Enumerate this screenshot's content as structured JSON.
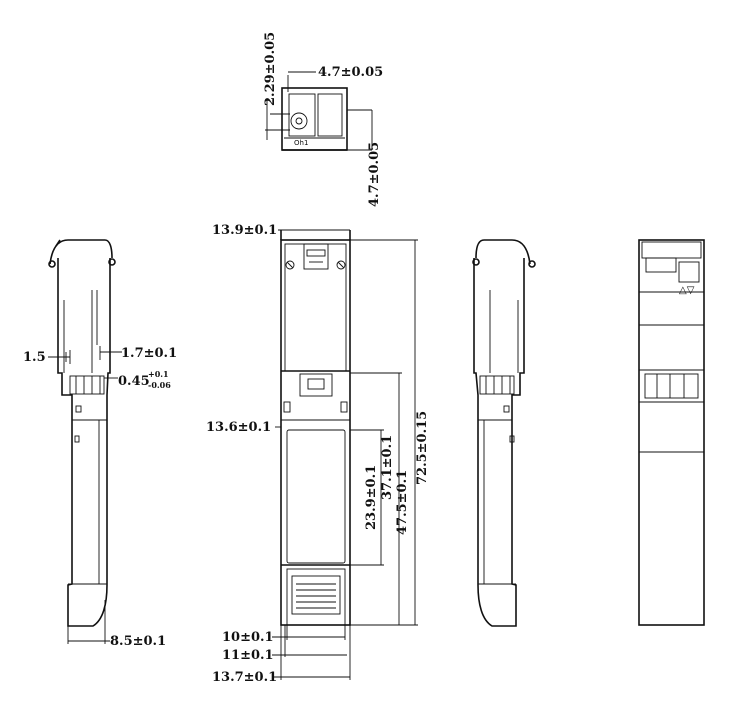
{
  "dimensions": {
    "top_height": "2.29±0.05",
    "top_width": "4.7±0.05",
    "top_side": "4.7±0.05",
    "side_1_5": "1.5",
    "side_1_7": "1.7±0.1",
    "side_045_main": "0.45",
    "side_045_sup": "+0.1",
    "side_045_sub": "-0.06",
    "side_8_5": "8.5±0.1",
    "front_13_9": "13.9±0.1",
    "front_13_6": "13.6±0.1",
    "front_23_9": "23.9±0.1",
    "front_37_1": "37.1±0.1",
    "front_47_5": "47.5±0.1",
    "front_72_5": "72.5±0.15",
    "front_10": "10±0.1",
    "front_11": "11±0.1",
    "front_13_7": "13.7±0.1"
  },
  "labels": {
    "port_mark": "Oh1",
    "tx_rx_mark": "△▽"
  }
}
